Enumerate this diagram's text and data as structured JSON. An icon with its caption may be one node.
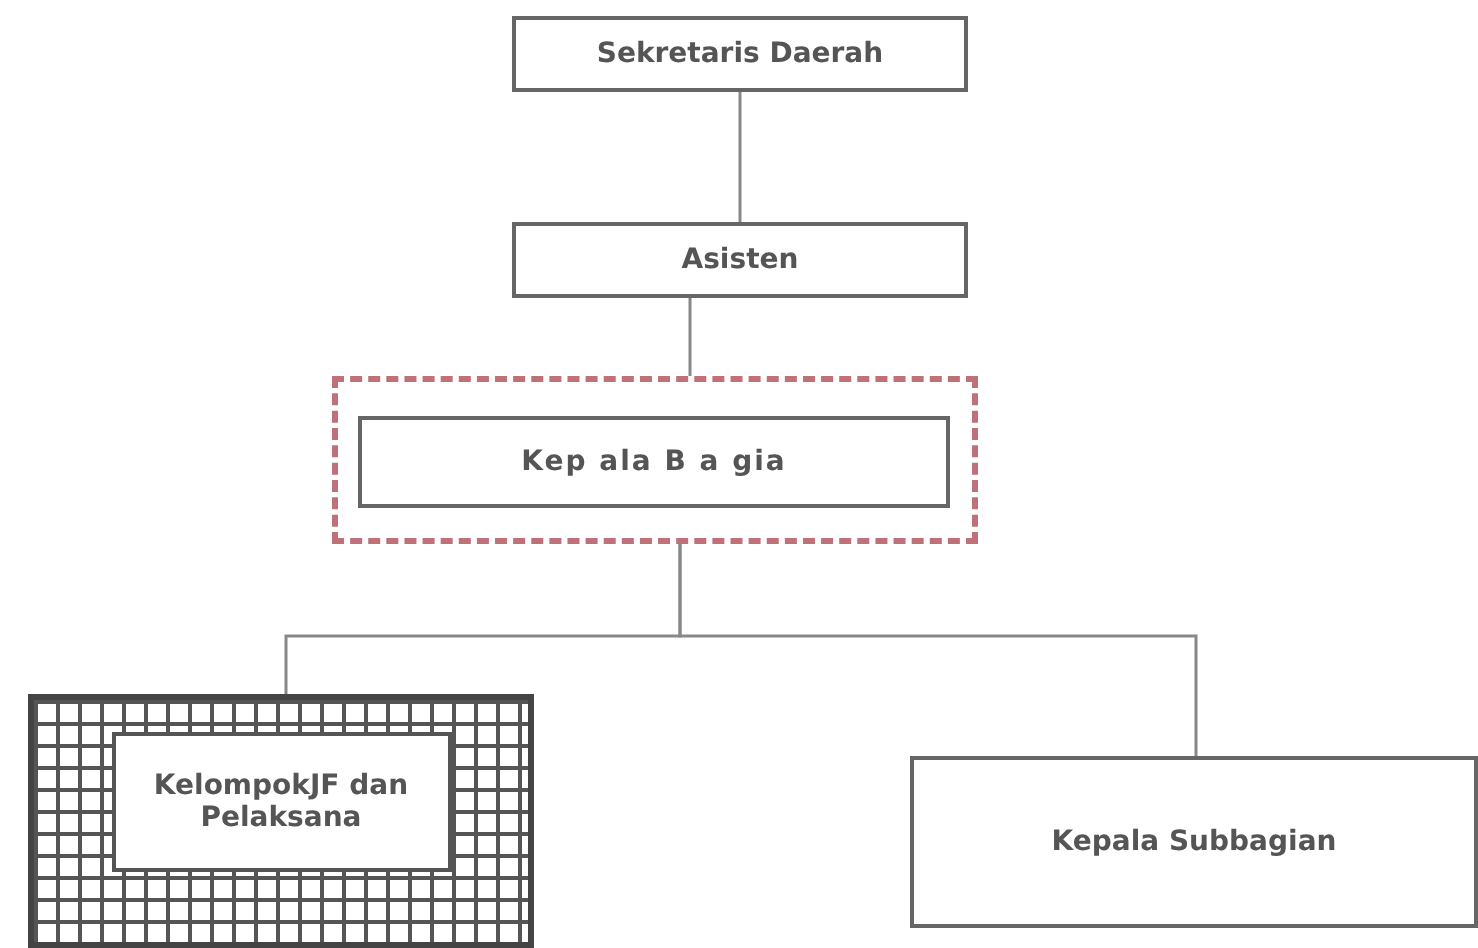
{
  "diagram": {
    "nodes": [
      {
        "text": [
          "Sekretaris Daerah"
        ]
      },
      {
        "text": [
          "Asisten"
        ]
      },
      {
        "text": [],
        "shape": "box"
      },
      {
        "text": [
          "Kep ala B a gia"
        ],
        "in": 2
      },
      {
        "text": [
          "KelompokJF dan Pelaksana"
        ]
      },
      {
        "text": [
          "Kepala Subbagian"
        ]
      }
    ],
    "edges": [
      {
        "from": 0,
        "to": 1,
        "arrow": "none"
      },
      {
        "from": 1,
        "to": 2,
        "arrow": "none"
      },
      {
        "from": 2,
        "to": 4,
        "arrow": "none"
      },
      {
        "from": 2,
        "to": 5,
        "arrow": "none"
      }
    ]
  }
}
